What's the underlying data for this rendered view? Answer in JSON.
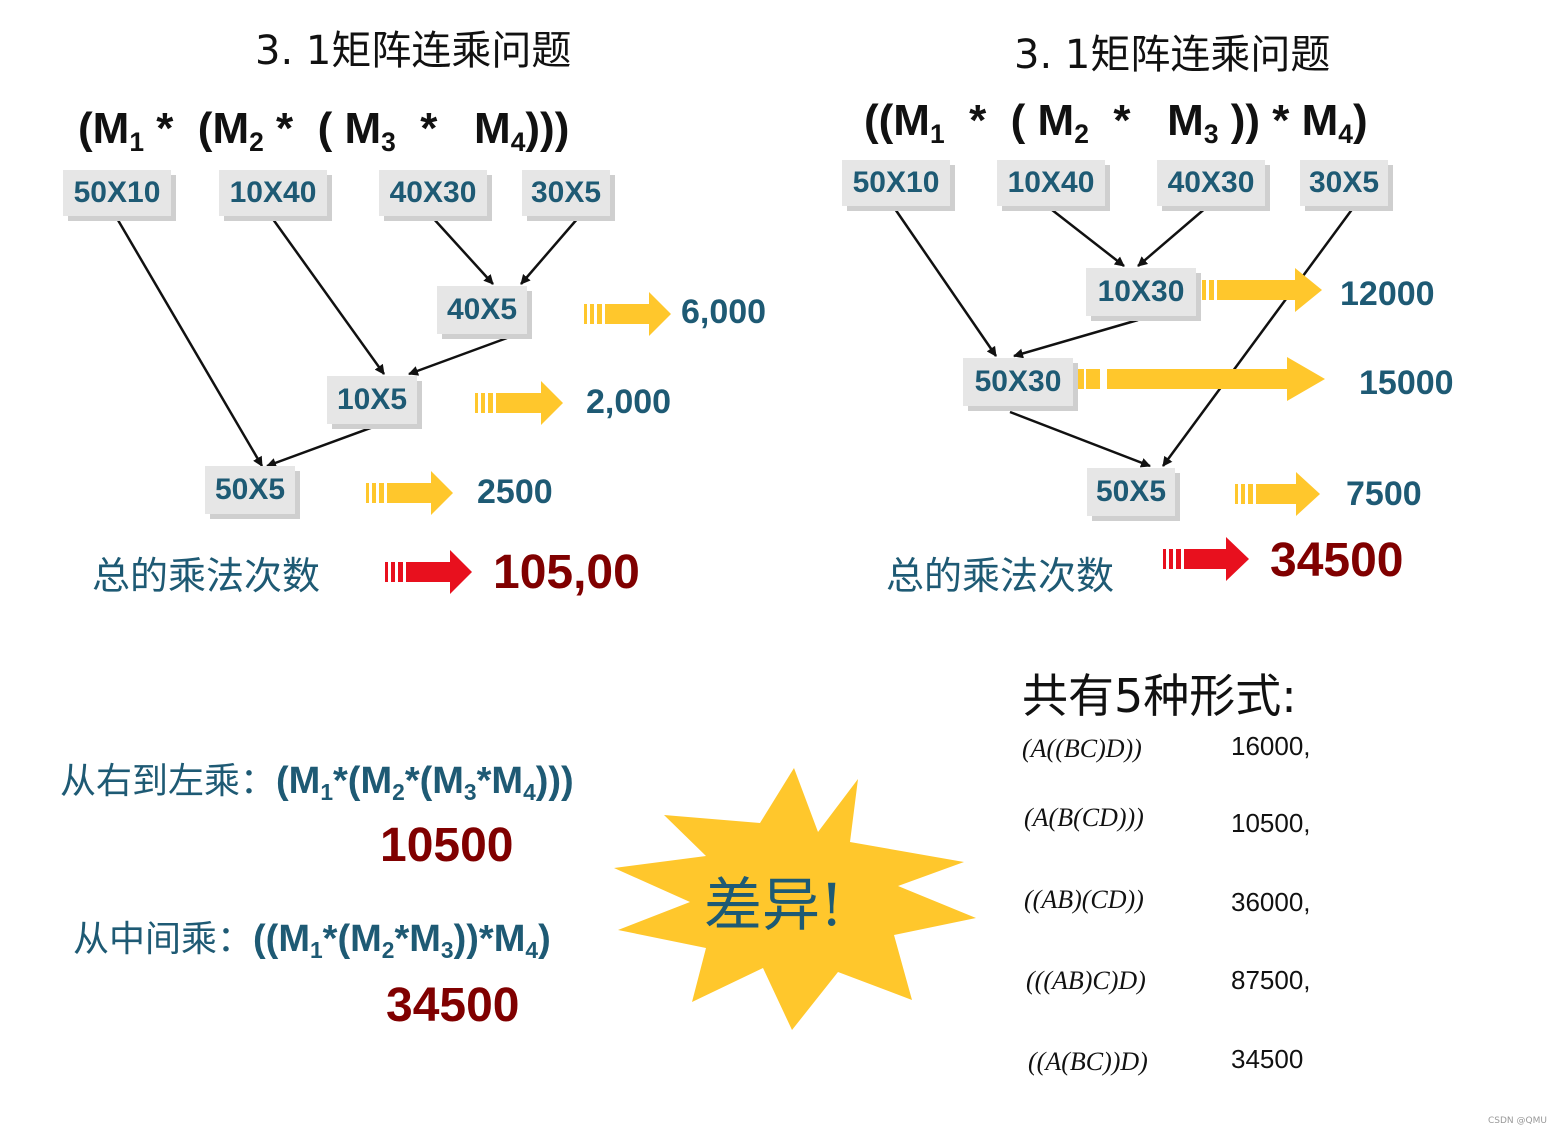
{
  "left": {
    "title": "3. 1矩阵连乘问题",
    "expression": "(M1 * (M2 * ( M3 * M4)))",
    "dims": [
      "50X10",
      "10X40",
      "40X30",
      "30X5"
    ],
    "intermediates": [
      "40X5",
      "10X5",
      "50X5"
    ],
    "costs": [
      "6,000",
      "2,000",
      "2500"
    ],
    "total_label": "总的乘法次数",
    "total": "105,00"
  },
  "right": {
    "title": "3. 1矩阵连乘问题",
    "expression": "((M1 * ( M2 * M3 )) * M4)",
    "dims": [
      "50X10",
      "10X40",
      "40X30",
      "30X5"
    ],
    "intermediates": [
      "10X30",
      "50X30",
      "50X5"
    ],
    "costs": [
      "12000",
      "15000",
      "7500"
    ],
    "total_label": "总的乘法次数",
    "total": "34500"
  },
  "orders": {
    "rtl_label": "从右到左乘：",
    "rtl_expr": "(M1*(M2*(M3*M4)))",
    "rtl_value": "10500",
    "mid_label": "从中间乘：",
    "mid_expr": "((M1*(M2*M3))*M4)",
    "mid_value": "34500"
  },
  "burst_text": "差异!",
  "forms": {
    "title": "共有5种形式:",
    "items": [
      {
        "expr": "(A((BC)D))",
        "value": "16000,"
      },
      {
        "expr": "(A(B(CD)))",
        "value": "10500,"
      },
      {
        "expr": "((AB)(CD))",
        "value": "36000,"
      },
      {
        "expr": "(((AB)C)D)",
        "value": "87500,"
      },
      {
        "expr": "((A(BC))D)",
        "value": "34500"
      }
    ]
  },
  "watermark": "CSDN @QMU",
  "colors": {
    "teal": "#1e5a74",
    "dark_red": "#800000",
    "yellow": "#ffc72c",
    "red": "#e8101e"
  }
}
